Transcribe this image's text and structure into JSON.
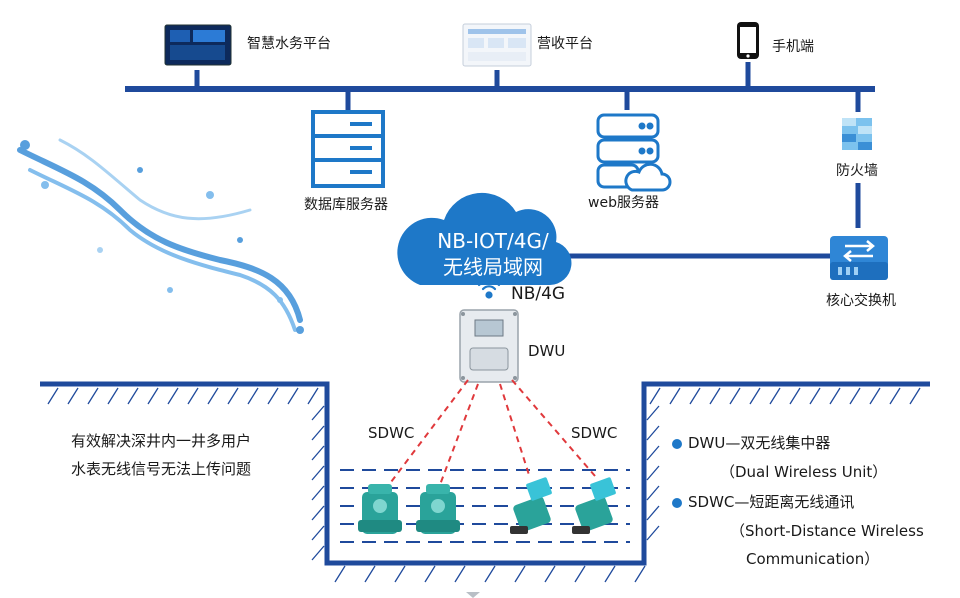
{
  "top_nodes": {
    "smart_water": "智慧水务平台",
    "billing": "营收平台",
    "mobile": "手机端"
  },
  "servers": {
    "database": "数据库服务器",
    "web": "web服务器",
    "firewall": "防火墙",
    "core_switch": "核心交换机"
  },
  "network": {
    "cloud_line1": "NB-IOT/4G/",
    "cloud_line2": "无线局域网",
    "nb_label": "NB/4G",
    "dwu_label": "DWU"
  },
  "well": {
    "sdwc_left": "SDWC",
    "sdwc_right": "SDWC",
    "problem_line1": "有效解决深井内一井多用户",
    "problem_line2": "水表无线信号无法上传问题"
  },
  "legend": {
    "dwu": "DWU—双无线集中器",
    "dwu_en": "（Dual Wireless Unit）",
    "sdwc": "SDWC—短距离无线通讯",
    "sdwc_en1": "（Short-Distance Wireless",
    "sdwc_en2": "Communication）"
  },
  "colors": {
    "bus": "#1f4a9c",
    "cloud": "#1e78c8",
    "dashed": "#e0393c",
    "meter": "#2aa39a",
    "water": "#3b8fd8"
  }
}
